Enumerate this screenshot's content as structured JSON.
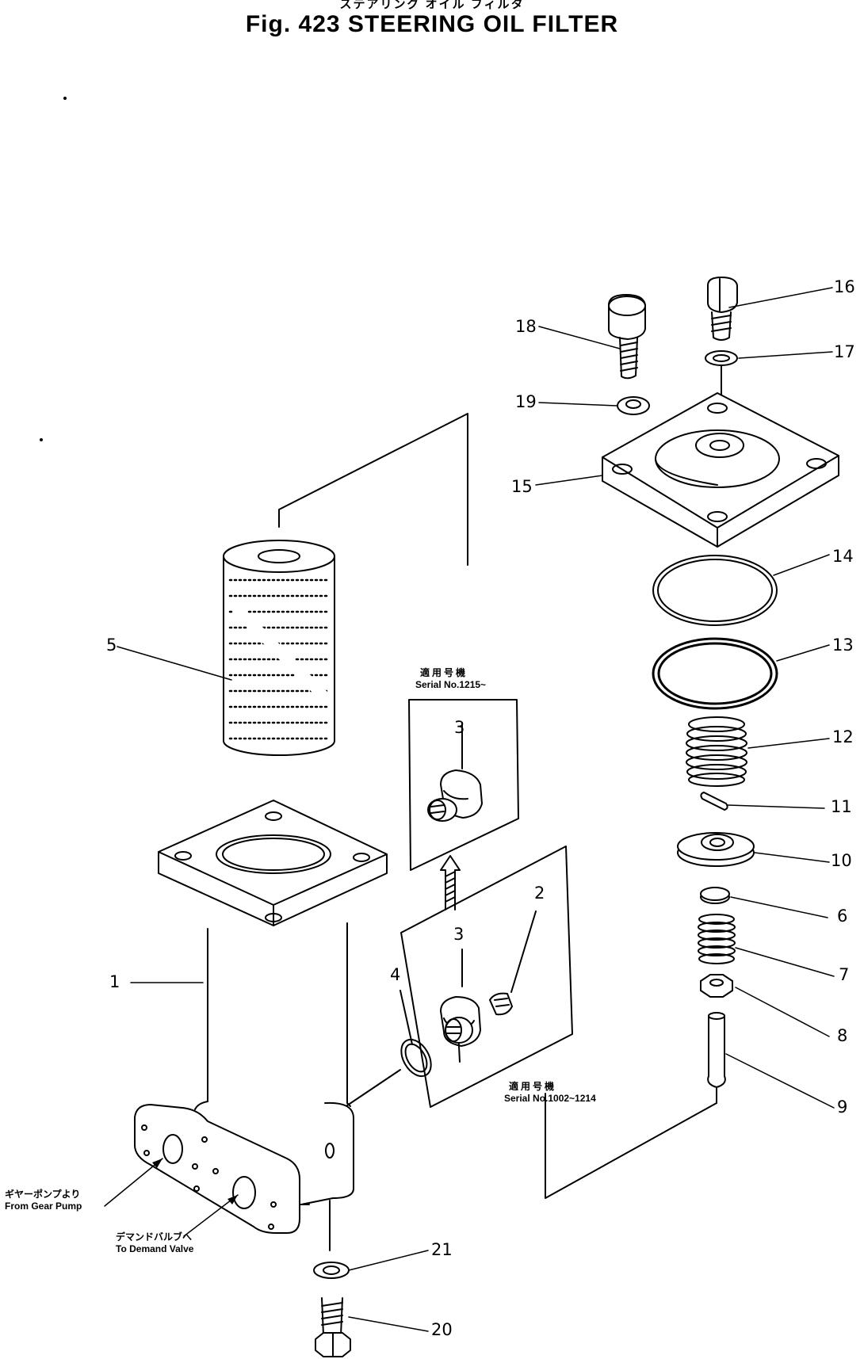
{
  "figure": {
    "title_jp": "ステアリング オイル フィルタ",
    "title": "Fig. 423   STEERING OIL FILTER"
  },
  "callouts": [
    "1",
    "2",
    "3",
    "3",
    "4",
    "5",
    "6",
    "7",
    "8",
    "9",
    "10",
    "11",
    "12",
    "13",
    "14",
    "15",
    "16",
    "17",
    "18",
    "19",
    "20",
    "21"
  ],
  "notes": {
    "serial_new_jp": "適用号機",
    "serial_new": "Serial No.1215~",
    "serial_old_jp": "適用号機",
    "serial_old": "Serial No.1002~1214",
    "from_pump_jp": "ギヤーポンプより",
    "from_pump": "From Gear Pump",
    "to_valve_jp": "デマンドバルブへ",
    "to_valve": "To Demand Valve"
  }
}
